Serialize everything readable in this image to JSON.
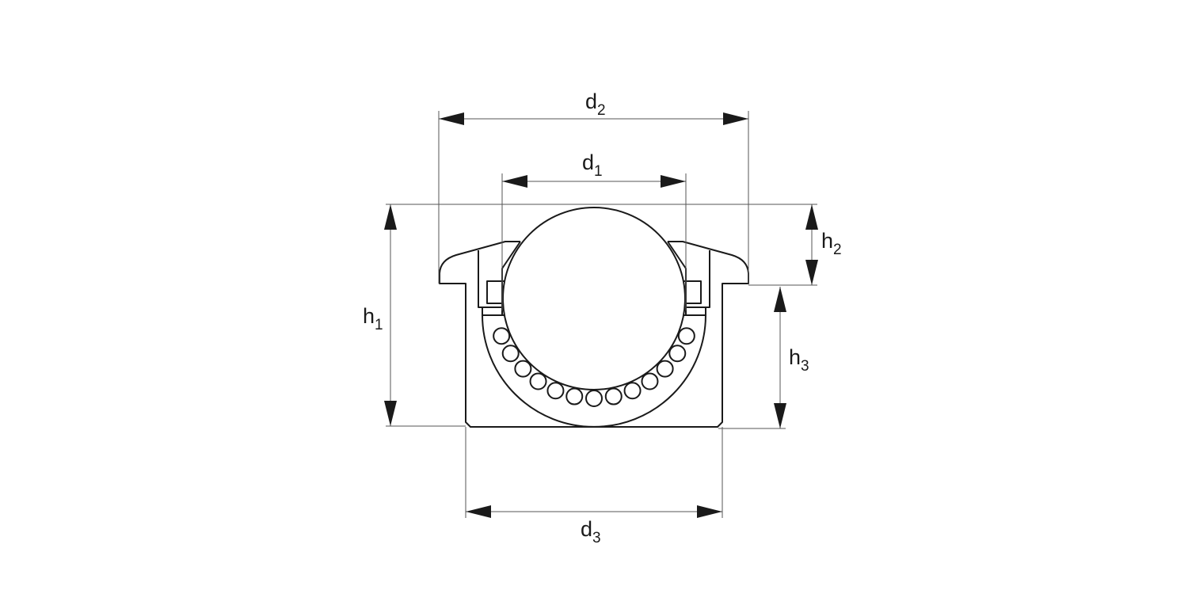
{
  "dimensions": {
    "d1": {
      "symbol": "d",
      "sub": "1"
    },
    "d2": {
      "symbol": "d",
      "sub": "2"
    },
    "d3": {
      "symbol": "d",
      "sub": "3"
    },
    "h1": {
      "symbol": "h",
      "sub": "1"
    },
    "h2": {
      "symbol": "h",
      "sub": "2"
    },
    "h3": {
      "symbol": "h",
      "sub": "3"
    }
  },
  "support_ball_count": 13,
  "colors": {
    "line": "#1a1a1a",
    "dimension": "#555555"
  }
}
